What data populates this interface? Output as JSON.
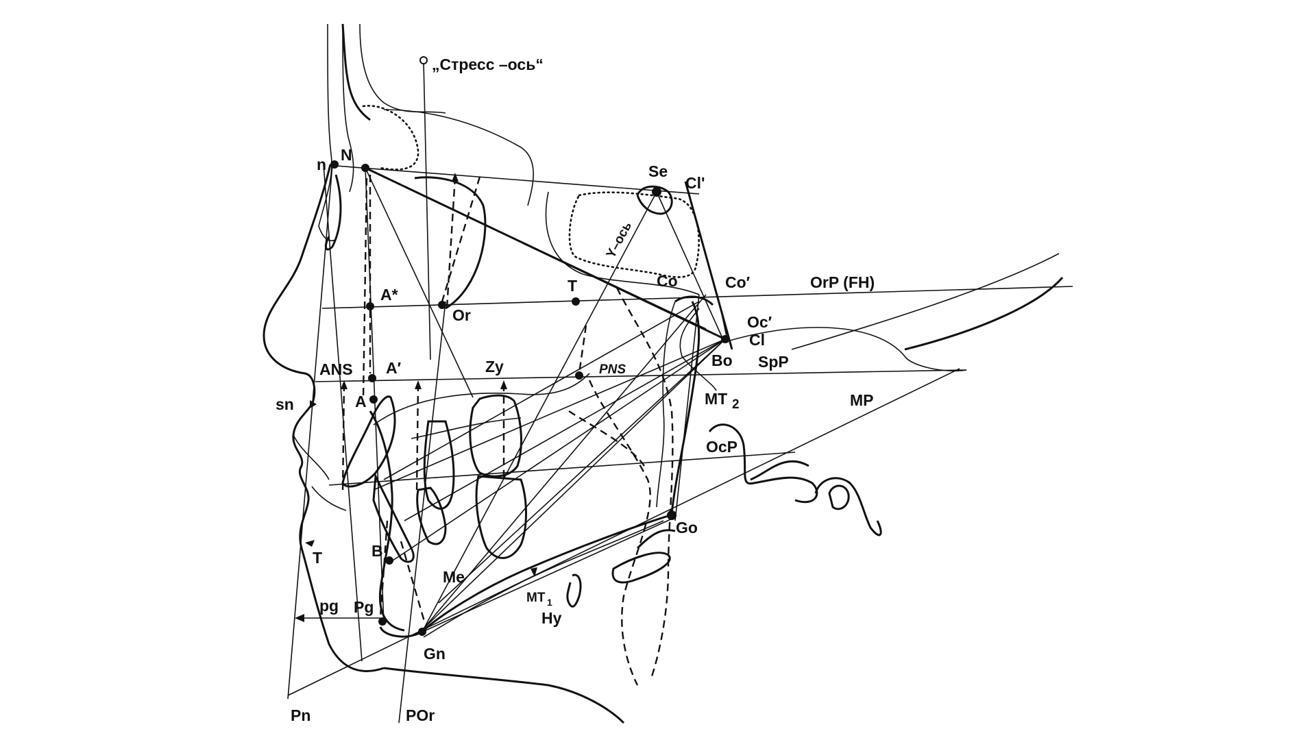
{
  "diagram": {
    "labels": {
      "stress_axis": "„Стресс –ось“",
      "n": "n",
      "N": "N",
      "Se": "Se",
      "Cl_top": "Cl'",
      "y_axis": "Y–ось",
      "Co": "Co",
      "Co_prime": "Co′",
      "OrP": "OrP (FH)",
      "A_star": "A*",
      "Or": "Or",
      "T_upper": "T",
      "Oc_prime": "Oc′",
      "Cl": "Cl",
      "Bo": "Bo",
      "SpP": "SpP",
      "ANS": "ANS",
      "A_prime": "A′",
      "Zy": "Zy",
      "PNS": "PNS",
      "MT2": "MT",
      "MT2_sub": "2",
      "MP": "MP",
      "sn": "sn",
      "A": "A",
      "OcP": "OcP",
      "Go": "Go",
      "B": "B",
      "T_lower": "T",
      "Me": "Me",
      "MT1": "MT",
      "MT1_sub": "1",
      "Hy": "Hy",
      "pg": "pg",
      "Pg": "Pg",
      "Gn": "Gn",
      "Pn": "Pn",
      "POr": "POr"
    }
  }
}
